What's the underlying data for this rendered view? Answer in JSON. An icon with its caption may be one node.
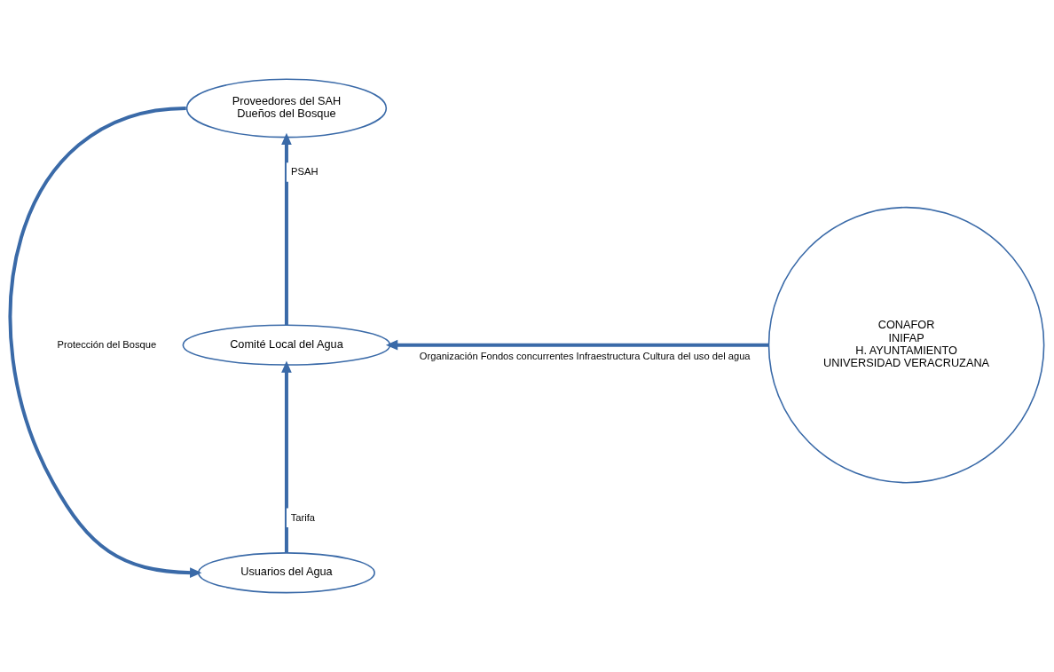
{
  "diagram": {
    "nodes": [
      {
        "text": [
          "Proveedores del SAH",
          "Dueños del Bosque"
        ]
      },
      {
        "text": [
          "Comité Local del Agua"
        ]
      },
      {
        "text": [
          "Usuarios del Agua"
        ]
      },
      {
        "text": [
          "CONAFOR",
          "INIFAP",
          "H. AYUNTAMIENTO",
          "UNIVERSIDAD VERACRUZANA"
        ]
      }
    ],
    "edges": [
      {
        "from": 1,
        "to": 0,
        "arrow": "to",
        "label": "PSAH"
      },
      {
        "from": 3,
        "to": 1,
        "arrow": "to",
        "label": "Organización Fondos concurrentes Infraestructura Cultura del uso del agua"
      },
      {
        "from": 2,
        "to": 1,
        "arrow": "to",
        "label": "Tarifa"
      },
      {
        "from": 0,
        "to": 2,
        "arrow": "to",
        "label": "Protección del Bosque"
      }
    ]
  }
}
